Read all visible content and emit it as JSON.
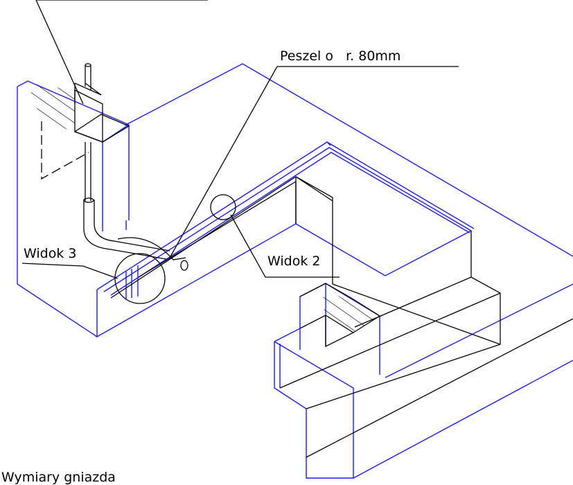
{
  "labels": {
    "peszel": "Peszel o   r. 80mm",
    "widok3": "Widok 3",
    "widok2": "Widok 2",
    "wymiary": "Wymiary gniazda"
  },
  "colors": {
    "outline_blue": "#1a1aff",
    "detail_black": "#000000",
    "background": "#ffffff"
  }
}
